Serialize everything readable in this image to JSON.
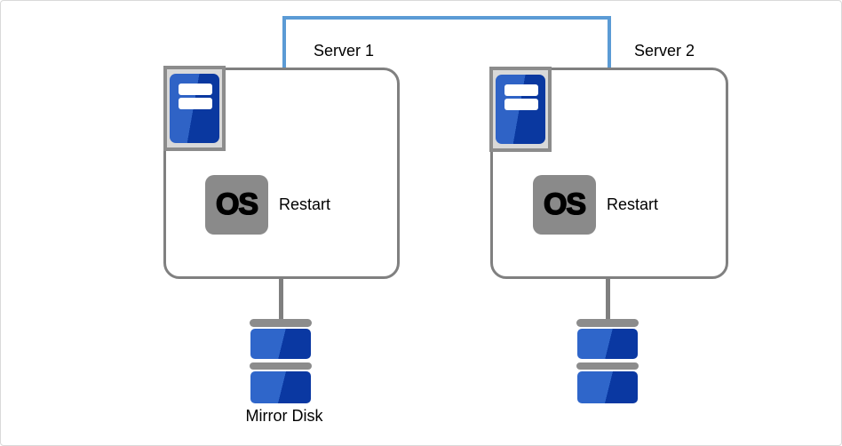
{
  "canvas": {
    "background": "#FFFFFF",
    "border_color": "#D9D9D9"
  },
  "interconnect": {
    "color": "#5B9BD5"
  },
  "servers": [
    {
      "label": "Server 1",
      "os_badge": "OS",
      "action": "Restart"
    },
    {
      "label": "Server 2",
      "os_badge": "OS",
      "action": "Restart"
    }
  ],
  "storage": {
    "mirror_disk_label": "Mirror Disk"
  },
  "icons": {
    "server": "server-tower-icon",
    "os": "os-badge",
    "disk": "disk-stack-icon"
  },
  "colors": {
    "interconnect_color": "#5B9BD5",
    "box_border": "#808080",
    "icon_bg": "#D9D9D9",
    "icon_border": "#8C8C8C",
    "tower_blue_light": "#2F63C6",
    "tower_blue_dark": "#0A38A0",
    "disk_blue_light": "#2F66CA",
    "disk_blue_dark": "#0A38A2",
    "disk_bar": "#8C8C8C",
    "os_badge_bg": "#8A8A8A",
    "connector_gray": "#7F7F7F",
    "text": "#000000"
  }
}
